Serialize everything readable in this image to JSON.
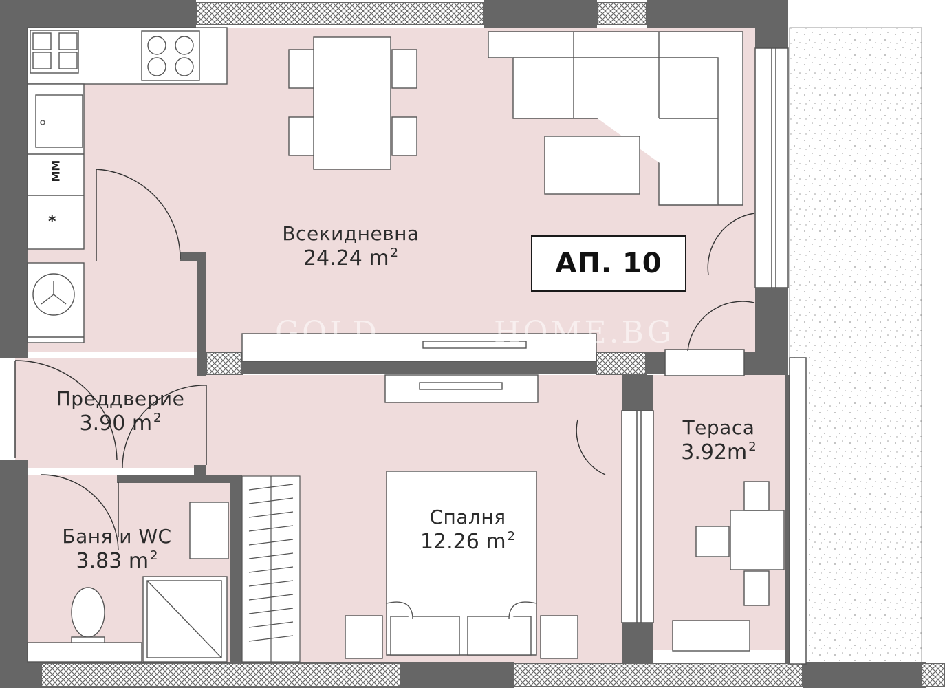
{
  "apartment": {
    "label": "АП. 10"
  },
  "rooms": {
    "living": {
      "name": "Всекидневна",
      "area": "24.24 m",
      "unit_sup": "2"
    },
    "hall": {
      "name": "Преддверие",
      "area": "3.90 m",
      "unit_sup": "2"
    },
    "bath": {
      "name": "Баня и WC",
      "area": "3.83 m",
      "unit_sup": "2"
    },
    "bedroom": {
      "name": "Спалня",
      "area": "12.26 m",
      "unit_sup": "2"
    },
    "terrace": {
      "name": "Тераса",
      "area": "3.92m",
      "unit_sup": "2"
    }
  },
  "appliances": {
    "microwave": "MM",
    "fridge": "*"
  },
  "watermark": {
    "left": "GOLD",
    "right": "HOME.BG"
  },
  "colors": {
    "floor": "#efdcdc",
    "wall": "#666666",
    "hatch": "#888888",
    "terrace_floor": "#ffffff"
  }
}
